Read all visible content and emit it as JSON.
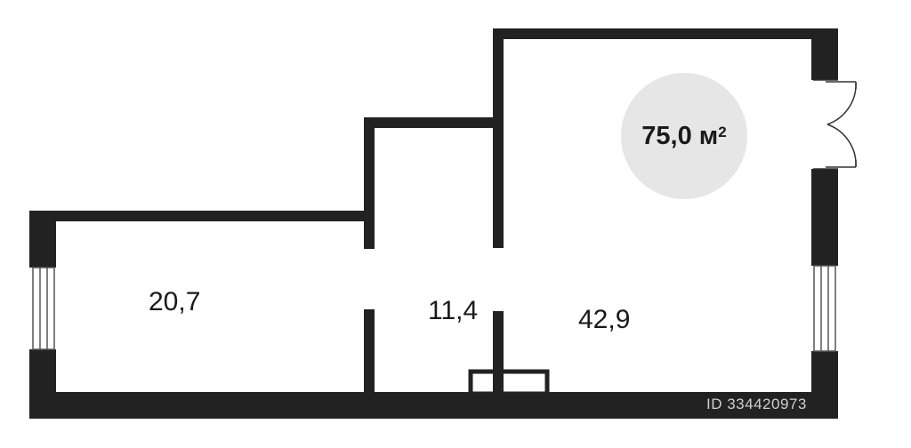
{
  "plan": {
    "total_area": {
      "value": "75,0",
      "unit_base": "м",
      "unit_power": "2"
    },
    "rooms": [
      {
        "id": "room-left",
        "area": "20,7"
      },
      {
        "id": "room-hall",
        "area": "11,4"
      },
      {
        "id": "room-main",
        "area": "42,9"
      }
    ],
    "listing_id": "ID 334420973"
  },
  "colors": {
    "wall": "#222222",
    "badge": "#e6e6e6",
    "text": "#1a1a1a",
    "watermark": "#cfcfcf"
  }
}
